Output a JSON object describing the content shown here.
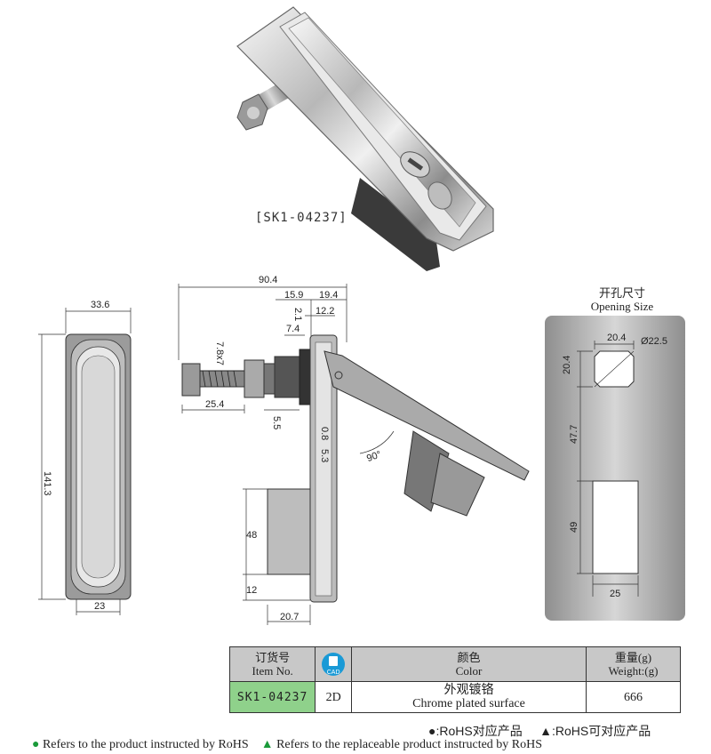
{
  "product": {
    "code_label": "[SK1-04237]"
  },
  "opening": {
    "title_zh": "开孔尺寸",
    "title_en": "Opening Size"
  },
  "dims": {
    "front_width": "33.6",
    "front_height": "141.3",
    "front_bottom": "23",
    "side_total": "90.4",
    "side_15_9": "15.9",
    "side_19_4": "19.4",
    "side_2_1": "2.1",
    "side_12_2": "12.2",
    "side_7_4": "7.4",
    "side_thread": "7.8x7",
    "side_25_4": "25.4",
    "side_5_5": "5.5",
    "side_0_8": "0.8",
    "side_5_3": "5.3",
    "side_angle": "90°",
    "side_48": "48",
    "side_12": "12",
    "side_20_7": "20.7",
    "open_20_4_w": "20.4",
    "open_diam": "Ø22.5",
    "open_20_4_h": "20.4",
    "open_47_7": "47.7",
    "open_49": "49",
    "open_25": "25"
  },
  "table": {
    "head_item_zh": "订货号",
    "head_item_en": "Item No.",
    "cad_icon_text": "CAD",
    "head_color_zh": "颜色",
    "head_color_en": "Color",
    "head_weight_zh": "重量(g)",
    "head_weight_en": "Weight:(g)",
    "item_no": "SK1-04237",
    "cad_value": "2D",
    "color_zh": "外观镀铬",
    "color_en": "Chrome plated surface",
    "weight": "666"
  },
  "legend": {
    "rohs_dot": "●:RoHS对应产品",
    "rohs_tri": "▲:RoHS可对应产品"
  },
  "footer": {
    "dot_text": "Refers to the product instructed by RoHS",
    "tri_text": "Refers to the replaceable product instructed by RoHS"
  },
  "colors": {
    "rohs_green": "#1a9a3a",
    "item_green": "#8fd18b",
    "header_gray": "#c8c8c8",
    "opening_panel": "#b5b5b5"
  }
}
